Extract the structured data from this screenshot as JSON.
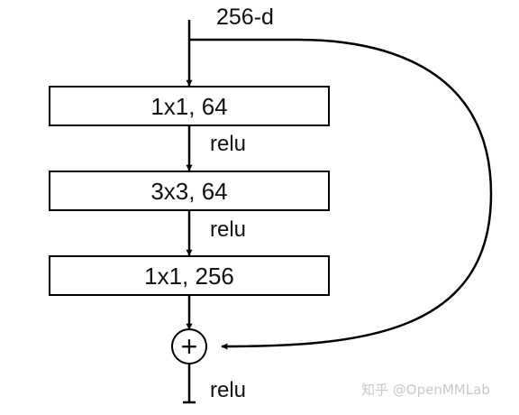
{
  "diagram": {
    "input_label": "256-d",
    "layers": [
      {
        "label": "1x1, 64"
      },
      {
        "label": "3x3, 64"
      },
      {
        "label": "1x1, 256"
      }
    ],
    "activations": [
      "relu",
      "relu",
      "relu"
    ],
    "sum_symbol": "+"
  },
  "watermark": "知乎 @OpenMMLab"
}
